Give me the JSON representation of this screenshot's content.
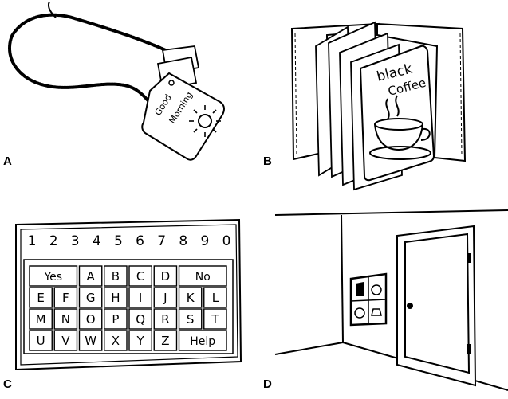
{
  "panel_labels": [
    "A",
    "B",
    "C",
    "D"
  ],
  "tag_text": {
    "line1": "Good",
    "line2": "Morning"
  },
  "book_text": {
    "line1": "black",
    "line2": "Coffee"
  },
  "board": {
    "numbers": [
      "1",
      "2",
      "3",
      "4",
      "5",
      "6",
      "7",
      "8",
      "9",
      "0"
    ],
    "rows": [
      [
        "Yes",
        "A",
        "B",
        "C",
        "D",
        "No"
      ],
      [
        "E",
        "F",
        "G",
        "H",
        "I",
        "J",
        "K",
        "L"
      ],
      [
        "M",
        "N",
        "O",
        "P",
        "Q",
        "R",
        "S",
        "T"
      ],
      [
        "U",
        "V",
        "W",
        "X",
        "Y",
        "Z",
        "Help"
      ]
    ]
  }
}
